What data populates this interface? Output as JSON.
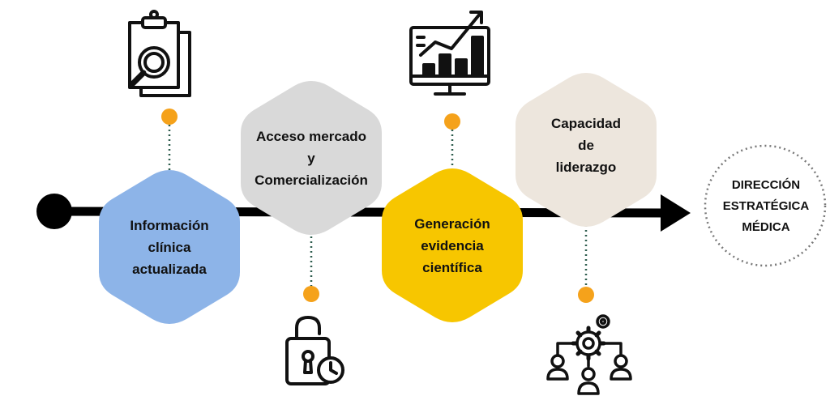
{
  "diagram": {
    "steps": [
      {
        "label": "Información\nclínica\nactualizada",
        "color": "#8db4e8",
        "icon": "clipboard-search-icon"
      },
      {
        "label": "Acceso mercado\ny\nComercialización",
        "color": "#d9d9d9",
        "icon": "padlock-clock-icon"
      },
      {
        "label": "Generación\nevidencia\ncientífica",
        "color": "#f7c600",
        "icon": "chart-monitor-icon"
      },
      {
        "label": "Capacidad\nde\nliderazgo",
        "color": "#ede6dd",
        "icon": "team-gear-icon"
      }
    ],
    "goal": "DIRECCIÓN\nESTRATÉGICA\nMÉDICA",
    "colors": {
      "arrow": "#000000",
      "dot": "#f5a21b",
      "connector": "#2f5d4e"
    }
  }
}
